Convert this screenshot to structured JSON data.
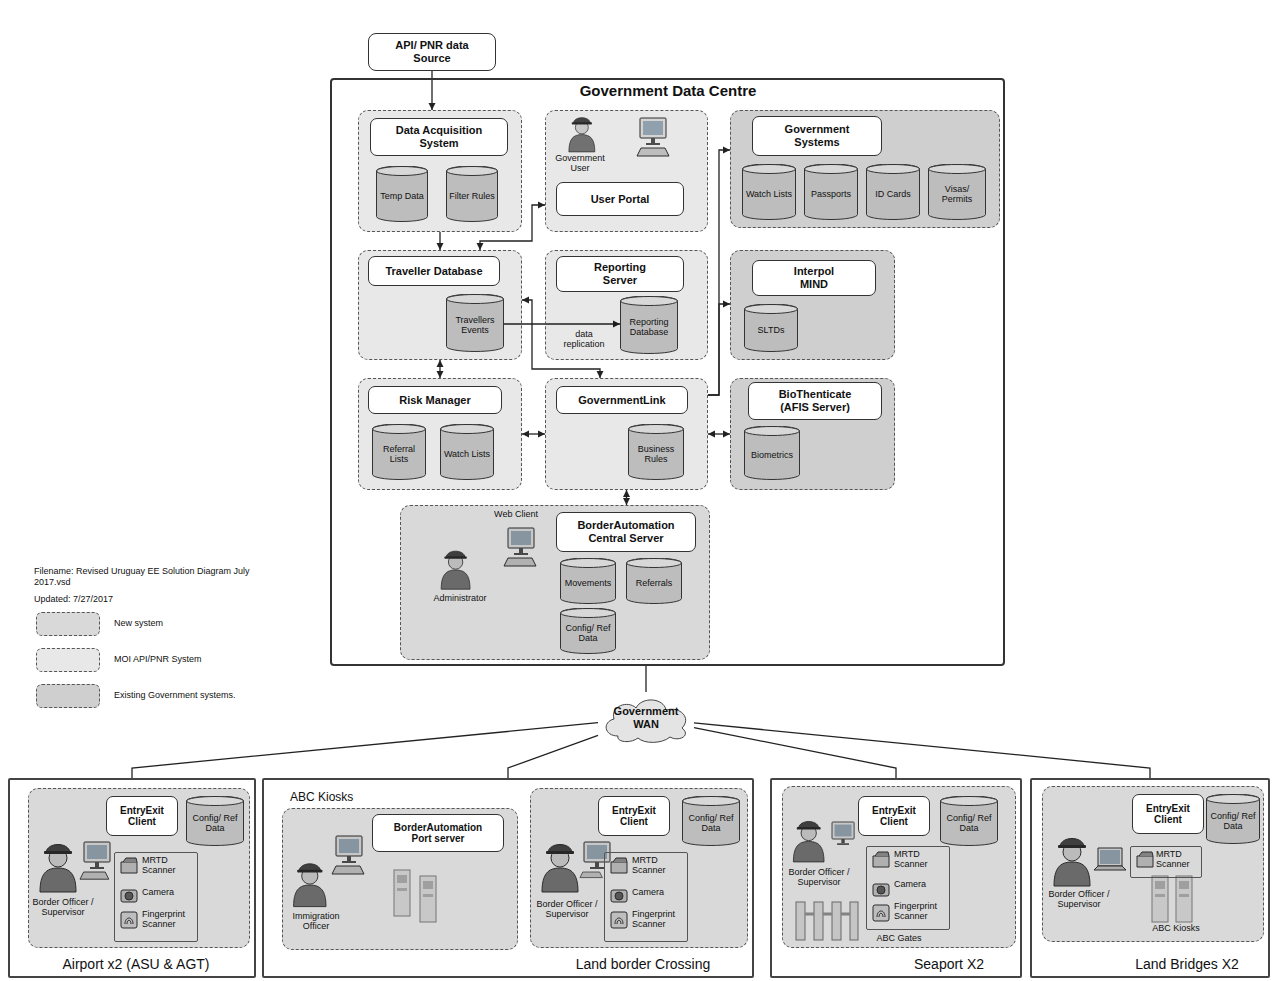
{
  "diagram": {
    "nodes": [
      {
        "text": [
          "API/ PNR data Source"
        ]
      },
      {
        "text": [
          "Government Data Centre"
        ]
      },
      {
        "text": [
          "Data Acquisition System"
        ],
        "in": 1
      },
      {
        "text": [
          "Temp Data"
        ],
        "in": 2
      },
      {
        "text": [
          "Filter Rules"
        ],
        "in": 2
      },
      {
        "text": [
          "Government User",
          "User Portal"
        ],
        "in": 1
      },
      {
        "text": [
          "Government Systems"
        ],
        "in": 1
      },
      {
        "text": [
          "Watch Lists"
        ],
        "in": 6
      },
      {
        "text": [
          "Passports"
        ],
        "in": 6
      },
      {
        "text": [
          "ID Cards"
        ],
        "in": 6
      },
      {
        "text": [
          "Visas/ Permits"
        ],
        "in": 6
      },
      {
        "text": [
          "Traveller Database"
        ],
        "in": 1
      },
      {
        "text": [
          "Travellers Events"
        ],
        "in": 11
      },
      {
        "text": [
          "Reporting Server"
        ],
        "in": 1
      },
      {
        "text": [
          "Reporting Database"
        ],
        "in": 13
      },
      {
        "text": [
          "Interpol MIND"
        ],
        "in": 1
      },
      {
        "text": [
          "SLTDs"
        ],
        "in": 15
      },
      {
        "text": [
          "Risk Manager"
        ],
        "in": 1
      },
      {
        "text": [
          "Referral Lists"
        ],
        "in": 17
      },
      {
        "text": [
          "Watch Lists"
        ],
        "in": 17
      },
      {
        "text": [
          "GovernmentLink"
        ],
        "in": 1
      },
      {
        "text": [
          "Business Rules"
        ],
        "in": 20
      },
      {
        "text": [
          "BioThenticate (AFIS Server)"
        ],
        "in": 1
      },
      {
        "text": [
          "Biometrics"
        ],
        "in": 22
      },
      {
        "text": [
          "Web Client",
          "BorderAutomation Central Server",
          "Administrator"
        ],
        "in": 1
      },
      {
        "text": [
          "Movements"
        ],
        "in": 24
      },
      {
        "text": [
          "Referrals"
        ],
        "in": 24
      },
      {
        "text": [
          "Config/ Ref Data"
        ],
        "in": 24
      },
      {
        "text": [
          "Government WAN"
        ]
      },
      {
        "text": [
          "Airport x2 (ASU & AGT)"
        ]
      },
      {
        "text": [
          "EntryExit Client",
          "Border Officer / Supervisor"
        ],
        "in": 29
      },
      {
        "text": [
          "Config/ Ref Data"
        ],
        "in": 30
      },
      {
        "text": [
          "MRTD Scanner",
          "Camera",
          "Fingerprint Scanner"
        ],
        "in": 30
      },
      {
        "text": [
          "Land border Crossing"
        ]
      },
      {
        "text": [
          "ABC Kiosks",
          "BorderAutomation Port server",
          "Immigration Officer"
        ],
        "in": 33
      },
      {
        "text": [
          "EntryExit Client",
          "Border Officer / Supervisor"
        ],
        "in": 33
      },
      {
        "text": [
          "Config/ Ref Data"
        ],
        "in": 35
      },
      {
        "text": [
          "MRTD Scanner",
          "Camera",
          "Fingerprint Scanner"
        ],
        "in": 35
      },
      {
        "text": [
          "Seaport X2"
        ]
      },
      {
        "text": [
          "EntryExit Client",
          "Border Officer / Supervisor",
          "ABC Gates"
        ],
        "in": 38
      },
      {
        "text": [
          "Config/ Ref Data"
        ],
        "in": 39
      },
      {
        "text": [
          "MRTD Scanner",
          "Camera",
          "Fingerprint Scanner"
        ],
        "in": 39
      },
      {
        "text": [
          "Land Bridges X2"
        ]
      },
      {
        "text": [
          "EntryExit Client",
          "Border Officer / Supervisor",
          "ABC Kiosks"
        ],
        "in": 42
      },
      {
        "text": [
          "Config/ Ref Data"
        ],
        "in": 43
      },
      {
        "text": [
          "MRTD Scanner"
        ],
        "in": 43
      }
    ],
    "edges": [
      {
        "from": 0,
        "to": 2,
        "arrow": "to"
      },
      {
        "from": 2,
        "to": 11,
        "arrow": "to"
      },
      {
        "from": 5,
        "to": 11,
        "arrow": "both"
      },
      {
        "from": 12,
        "to": 14,
        "label": "data replication",
        "arrow": "to"
      },
      {
        "from": 11,
        "to": 17,
        "arrow": "both"
      },
      {
        "from": 11,
        "to": 20,
        "arrow": "both"
      },
      {
        "from": 17,
        "to": 20,
        "arrow": "both"
      },
      {
        "from": 20,
        "to": 22,
        "arrow": "both"
      },
      {
        "from": 20,
        "to": 6,
        "arrow": "to"
      },
      {
        "from": 20,
        "to": 15,
        "arrow": "to"
      },
      {
        "from": 20,
        "to": 24,
        "arrow": "both"
      },
      {
        "from": 1,
        "to": 28,
        "arrow": "none"
      },
      {
        "from": 28,
        "to": 29,
        "arrow": "none"
      },
      {
        "from": 28,
        "to": 33,
        "arrow": "none"
      },
      {
        "from": 28,
        "to": 38,
        "arrow": "none"
      },
      {
        "from": 28,
        "to": 42,
        "arrow": "none"
      }
    ],
    "labels": [
      "Filename: Revised Uruguay EE Solution Diagram July 2017.vsd",
      "Updated: 7/27/2017"
    ],
    "legend": [
      {
        "text": "New system",
        "color": "#d9d9d9"
      },
      {
        "text": "MOI API/PNR System",
        "color": "#e8e8e8"
      },
      {
        "text": "Existing Government systems.",
        "color": "#cfcfcf"
      }
    ]
  }
}
